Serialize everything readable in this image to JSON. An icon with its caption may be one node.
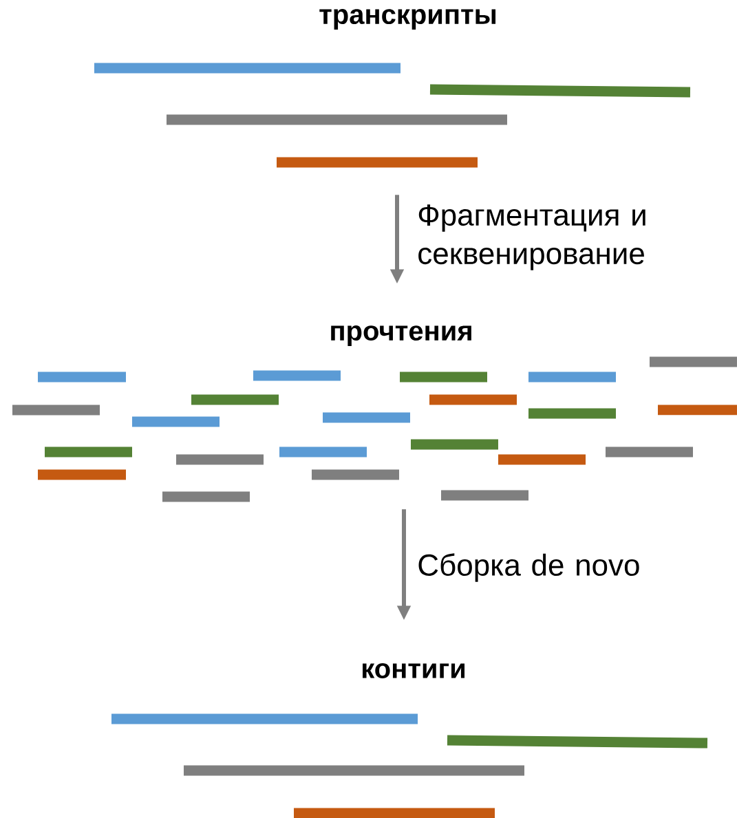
{
  "diagram": {
    "nodes": [
      {
        "text": [
          "транскрипты"
        ]
      },
      {
        "text": [
          "прочтения"
        ]
      },
      {
        "text": [
          "контиги"
        ]
      }
    ],
    "edges": [
      {
        "from": 0,
        "to": 1,
        "arrow": "to",
        "label": "Фрагментация и секвенирование"
      },
      {
        "from": 1,
        "to": 2,
        "arrow": "to",
        "label": "Сборка de novo"
      }
    ]
  }
}
